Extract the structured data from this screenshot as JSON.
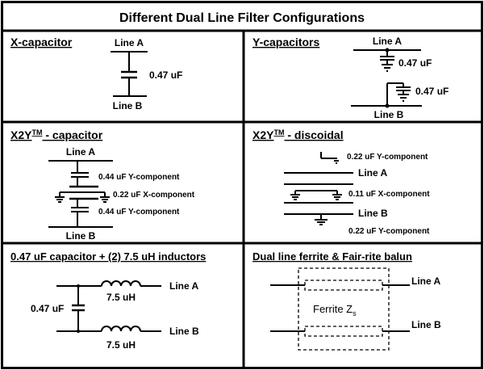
{
  "title": "Different Dual Line Filter Configurations",
  "panels": {
    "x_cap": {
      "heading": "X-capacitor",
      "line_a": "Line A",
      "line_b": "Line B",
      "value": "0.47 uF"
    },
    "y_cap": {
      "heading": "Y-capacitors",
      "line_a": "Line A",
      "line_b": "Line B",
      "value_top": "0.47 uF",
      "value_bottom": "0.47 uF"
    },
    "x2y_cap": {
      "heading_main": "X2Y",
      "heading_tm": "TM",
      "heading_rest": " - capacitor",
      "line_a": "Line A",
      "line_b": "Line B",
      "label_1": "0.44 uF Y-component",
      "label_2": "0.22 uF X-component",
      "label_3": "0.44 uF Y-component"
    },
    "x2y_disc": {
      "heading_main": "X2Y",
      "heading_tm": "TM",
      "heading_rest": " - discoidal",
      "line_a": "Line A",
      "line_b": "Line B",
      "label_1": "0.22 uF Y-component",
      "label_2": "0.11 uF X-component",
      "label_3": "0.22 uF Y-component"
    },
    "cap_inductors": {
      "heading": "0.47 uF capacitor + (2) 7.5 uH inductors",
      "line_a": "Line A",
      "line_b": "Line B",
      "cap_value": "0.47 uF",
      "ind_top": "7.5 uH",
      "ind_bottom": "7.5 uH"
    },
    "ferrite": {
      "heading": "Dual line ferrite  & Fair-rite balun",
      "line_a": "Line A",
      "line_b": "Line B",
      "label_main": "Ferrite Z",
      "label_sub": "s"
    }
  }
}
